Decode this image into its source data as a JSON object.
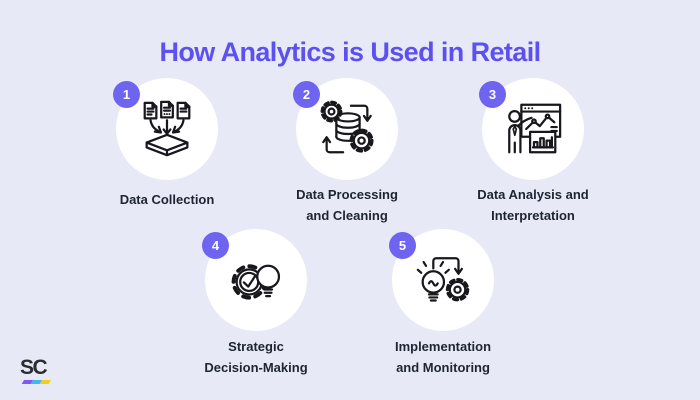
{
  "title": "How Analytics is Used in Retail",
  "steps": [
    {
      "number": "1",
      "label_line1": "Data Collection",
      "label_line2": "",
      "icon": "documents-into-storage-icon"
    },
    {
      "number": "2",
      "label_line1": "Data Processing",
      "label_line2": "and Cleaning",
      "icon": "database-gears-cycle-icon"
    },
    {
      "number": "3",
      "label_line1": "Data Analysis and",
      "label_line2": "Interpretation",
      "icon": "presenter-with-charts-icon"
    },
    {
      "number": "4",
      "label_line1": "Strategic",
      "label_line2": "Decision-Making",
      "icon": "gear-checkmark-lightbulb-icon"
    },
    {
      "number": "5",
      "label_line1": "Implementation",
      "label_line2": "and Monitoring",
      "icon": "lightbulb-arrow-gear-icon"
    }
  ],
  "logo": {
    "text": "SC",
    "underline_colors": [
      "#7F5AF0",
      "#3FB9F0",
      "#F2CF1C"
    ]
  },
  "colors": {
    "background": "#E7EAF6",
    "title_text": "#5C51F0",
    "step_badge": "#6E64F0",
    "step_circle": "#FFFFFF",
    "icon_stroke": "#17171C",
    "label_text": "#1E2431"
  }
}
